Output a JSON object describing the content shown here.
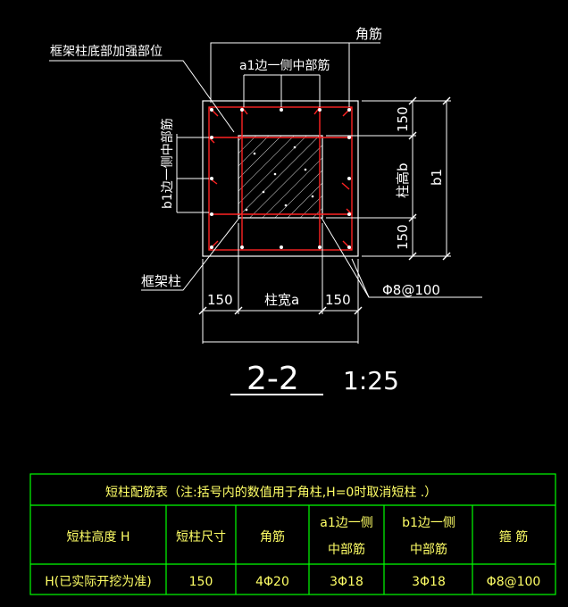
{
  "drawing": {
    "labels": {
      "corner_bar": "角筋",
      "col_bottom_reinforce": "框架柱底部加强部位",
      "a1_mid_bar": "a1边一侧中部筋",
      "b1_mid_bar": "b1边一侧中部筋",
      "frame_column": "框架柱",
      "stirrup": "Φ8@100"
    },
    "dims": {
      "dim_left_150": "150",
      "col_width": "柱宽a",
      "dim_right_150": "150",
      "dim_top_150": "150",
      "col_height": "柱高b",
      "b1": "b1",
      "dim_bottom_150": "150"
    },
    "section": {
      "mark": "2-2",
      "scale": "1:25"
    }
  },
  "table": {
    "title": "短柱配筋表（注:括号内的数值用于角柱,H=0时取消短柱 .）",
    "headers": [
      "短柱高度 H",
      "短柱尺寸",
      "角筋",
      "a1边一侧",
      "中部筋",
      "b1边一侧",
      "中部筋",
      "箍 筋"
    ],
    "row": [
      "H(已实际开挖为准)",
      "150",
      "4Φ20",
      "3Φ18",
      "3Φ18",
      "Φ8@100"
    ]
  },
  "colors": {
    "line": "#ffffff",
    "rebar": "#ff2222",
    "table": "#00ff00",
    "table_text": "#ffff66",
    "background": "#000000"
  }
}
